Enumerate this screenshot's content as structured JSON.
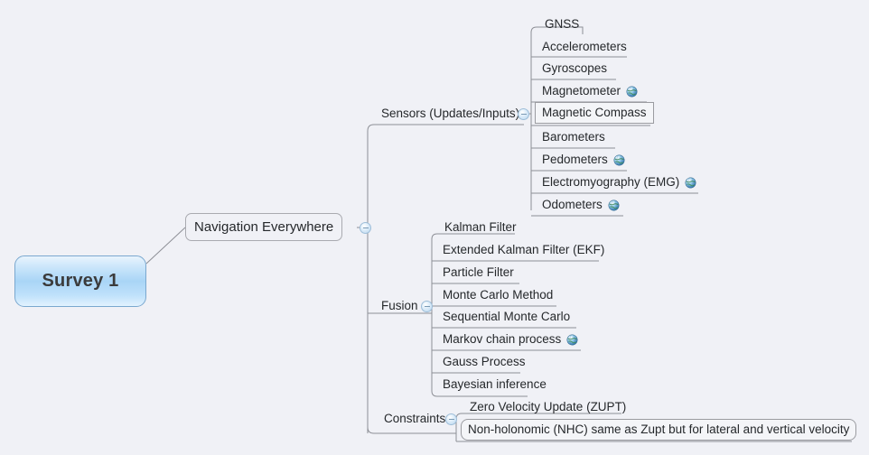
{
  "canvas": {
    "background_color": "#f0f1f6",
    "root": {
      "label": "Survey 1",
      "fill_start": "#e9f4fd",
      "fill_mid": "#a9d5f6",
      "border_color": "#7aa8cf"
    },
    "title_node": {
      "label": "Navigation Everywhere",
      "toggle_icon": "collapse-minus-icon"
    },
    "branches": [
      {
        "label": "Sensors (Updates/Inputs)",
        "toggle_icon": "collapse-minus-icon",
        "children": [
          {
            "label": "GNSS",
            "icon": null,
            "state": "normal"
          },
          {
            "label": "Accelerometers",
            "icon": null,
            "state": "normal"
          },
          {
            "label": "Gyroscopes",
            "icon": null,
            "state": "normal"
          },
          {
            "label": "Magnetometer",
            "icon": "globe-icon",
            "state": "normal"
          },
          {
            "label": "Magnetic Compass",
            "icon": null,
            "state": "selected"
          },
          {
            "label": "Barometers",
            "icon": null,
            "state": "normal"
          },
          {
            "label": "Pedometers",
            "icon": "globe-icon",
            "state": "normal"
          },
          {
            "label": "Electromyography (EMG)",
            "icon": "globe-icon",
            "state": "normal"
          },
          {
            "label": "Odometers",
            "icon": "globe-icon",
            "state": "normal"
          }
        ]
      },
      {
        "label": "Fusion",
        "toggle_icon": "collapse-minus-icon",
        "children": [
          {
            "label": "Kalman Filter",
            "icon": null,
            "state": "normal"
          },
          {
            "label": "Extended Kalman Filter (EKF)",
            "icon": null,
            "state": "normal"
          },
          {
            "label": "Particle Filter",
            "icon": null,
            "state": "normal"
          },
          {
            "label": "Monte Carlo Method",
            "icon": null,
            "state": "normal"
          },
          {
            "label": "Sequential Monte Carlo",
            "icon": null,
            "state": "normal"
          },
          {
            "label": "Markov chain process",
            "icon": "globe-icon",
            "state": "normal"
          },
          {
            "label": "Gauss Process",
            "icon": null,
            "state": "normal"
          },
          {
            "label": "Bayesian inference",
            "icon": null,
            "state": "normal"
          }
        ]
      },
      {
        "label": "Constraints",
        "toggle_icon": "collapse-minus-icon",
        "children": [
          {
            "label": "Zero Velocity Update (ZUPT)",
            "icon": null,
            "state": "normal"
          },
          {
            "label": "Non-holonomic (NHC) same as Zupt but for lateral and vertical velocity",
            "icon": null,
            "state": "selected-round"
          }
        ]
      }
    ]
  }
}
